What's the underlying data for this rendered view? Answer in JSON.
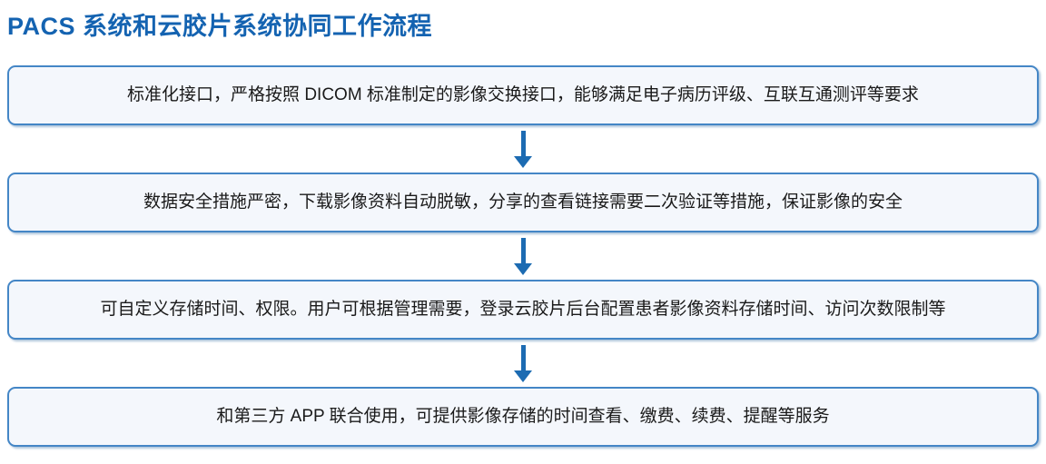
{
  "page": {
    "title": "PACS 系统和云胶片系统协同工作流程"
  },
  "flow": {
    "steps": [
      {
        "text": "标准化接口，严格按照 DICOM 标准制定的影像交换接口，能够满足电子病历评级、互联互通测评等要求"
      },
      {
        "text": "数据安全措施严密，下载影像资料自动脱敏，分享的查看链接需要二次验证等措施，保证影像的安全"
      },
      {
        "text": "可自定义存储时间、权限。用户可根据管理需要，登录云胶片后台配置患者影像资料存储时间、访问次数限制等"
      },
      {
        "text": "和第三方 APP 联合使用，可提供影像存储的时间查看、缴费、续费、提醒等服务"
      }
    ]
  },
  "colors": {
    "title_text": "#1463b1",
    "box_border": "#4486c6",
    "box_background": "#f4f7fc",
    "arrow": "#1c6bb2",
    "body_text": "#1a1a1a",
    "page_background": "#ffffff"
  }
}
